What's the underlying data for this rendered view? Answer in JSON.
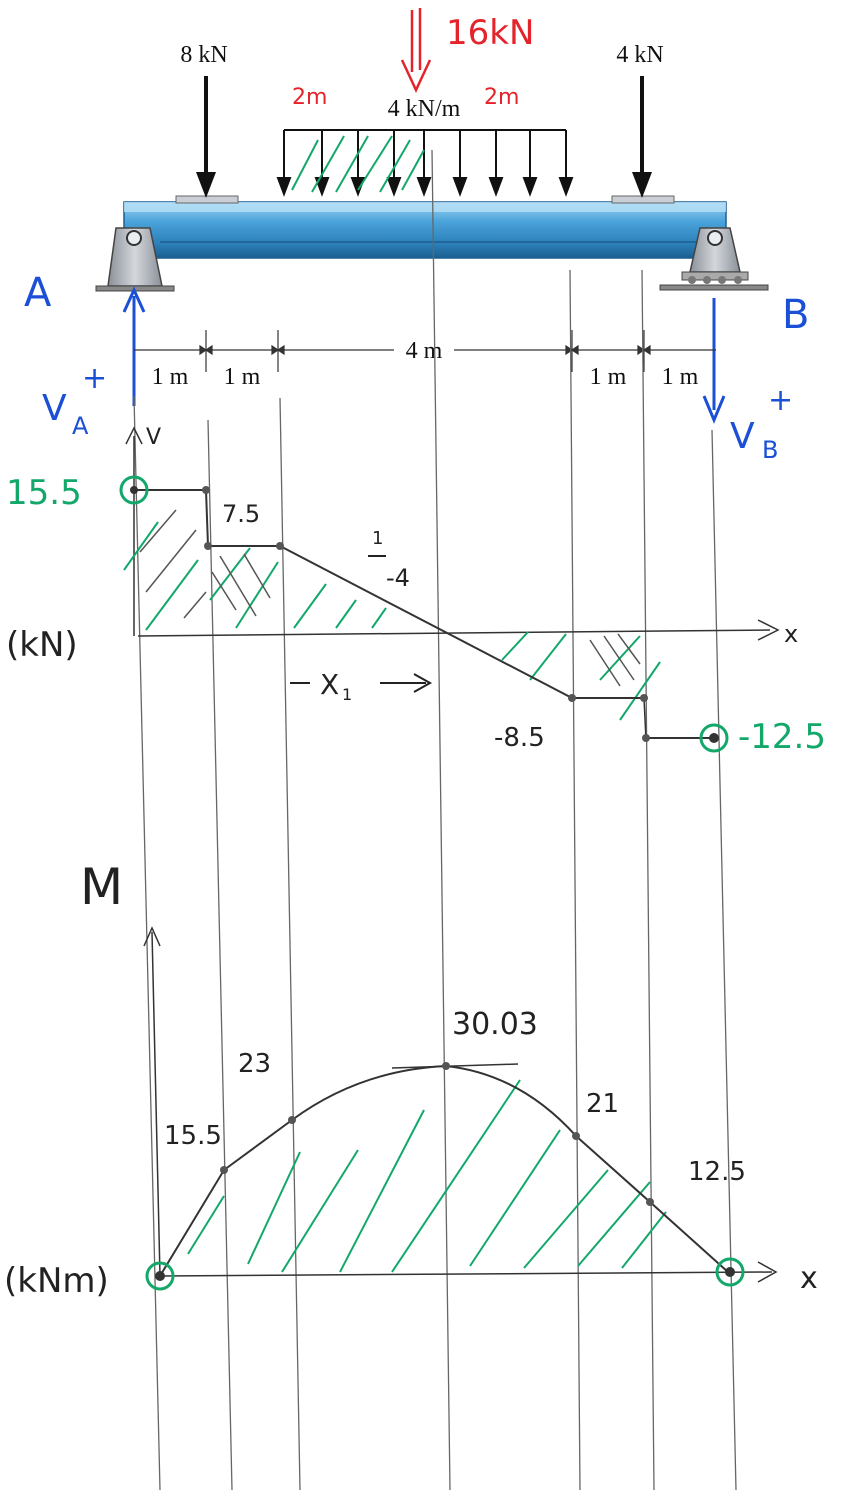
{
  "loads": {
    "p1": "8 kN",
    "p2": "4 kN",
    "w": "4 kN/m",
    "resultant": "16kN",
    "left_half": "2m",
    "right_half": "2m"
  },
  "supports": {
    "a": "A",
    "b": "B",
    "va": "V",
    "va_sub": "A",
    "va_sign": "+",
    "vb": "V",
    "vb_sub": "B",
    "vb_sign": "+"
  },
  "dimensions": {
    "d1": "1 m",
    "d2": "1 m",
    "d3": "4 m",
    "d4": "1 m",
    "d5": "1 m"
  },
  "shear": {
    "axis_label": "V",
    "unit": "(kN)",
    "x_label": "x",
    "value_start": "15.5",
    "value_1": "7.5",
    "slope_num": "1",
    "slope_den": "-4",
    "value_2": "-8.5",
    "value_end": "-12.5",
    "x1_label": "X",
    "x1_sub": "1"
  },
  "moment": {
    "axis_label": "M",
    "unit": "(kNm)",
    "x_label": "x",
    "m1": "15.5",
    "m2": "23",
    "m_max": "30.03",
    "m3": "21",
    "m4": "12.5"
  },
  "colors": {
    "beam": "#4a9fd4",
    "beam_dark": "#1d5f8e",
    "ink_black": "#222222",
    "ink_red": "#e4232b",
    "ink_blue": "#1a4fd6",
    "ink_green": "#13a86a",
    "gray_line": "#555555"
  }
}
